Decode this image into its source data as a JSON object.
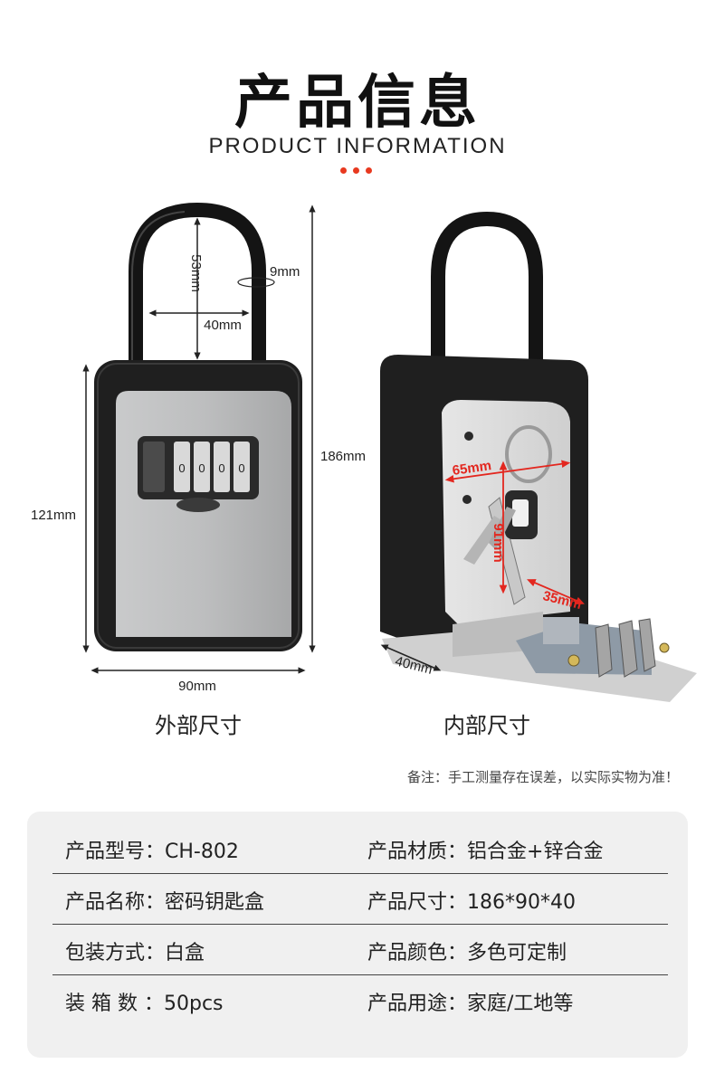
{
  "header": {
    "title_cn": "产品信息",
    "title_en": "PRODUCT INFORMATION"
  },
  "colors": {
    "accent": "#e8391f",
    "dimension_red": "#e3271f",
    "panel_bg": "#f0f0f0",
    "lock_black": "#1f1f1f",
    "lock_grey": "#b9babb"
  },
  "dimensions": {
    "outer": {
      "shackle_height": "53mm",
      "shackle_diameter": "9mm",
      "shackle_width": "40mm",
      "total_height": "186mm",
      "body_height": "121mm",
      "width": "90mm"
    },
    "inner": {
      "width": "65mm",
      "height": "91mm",
      "depth": "35mm",
      "body_depth": "40mm"
    }
  },
  "captions": {
    "outer": "外部尺寸",
    "inner": "内部尺寸"
  },
  "note": "备注：手工测量存在误差，以实际实物为准！",
  "specs": [
    {
      "left_key": "产品型号：",
      "left_val": "CH-802",
      "right_key": "产品材质：",
      "right_val": "铝合金+锌合金"
    },
    {
      "left_key": "产品名称：",
      "left_val": "密码钥匙盒",
      "right_key": "产品尺寸：",
      "right_val": "186*90*40"
    },
    {
      "left_key": "包装方式：",
      "left_val": "白盒",
      "right_key": "产品颜色：",
      "right_val": "多色可定制"
    },
    {
      "left_key": "装 箱 数 ：",
      "left_val": "50pcs",
      "right_key": "产品用途：",
      "right_val": "家庭/工地等"
    }
  ],
  "icons": [
    "combination-dial-icon",
    "key-ring-icon"
  ]
}
